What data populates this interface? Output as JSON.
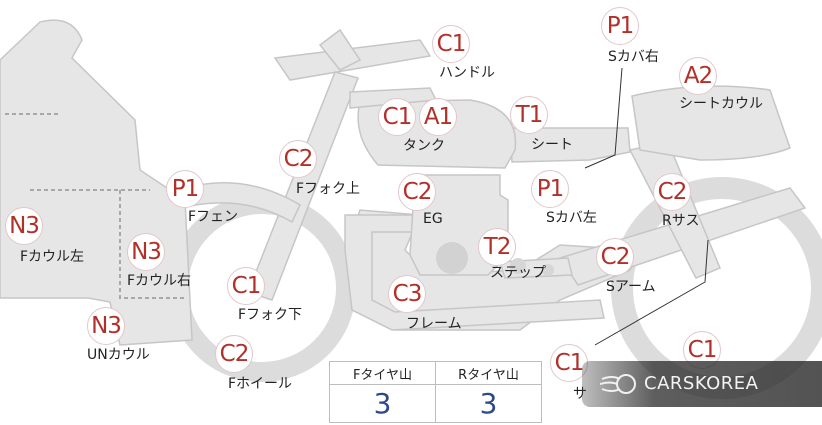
{
  "part_labels": {
    "handle": "ハンドル",
    "tank": "タンク",
    "seat": "シート",
    "s_cover_right": "Sカバ右",
    "seat_cowl": "シートカウル",
    "f_fork_upper": "Fフォク上",
    "f_fender": "Fフェン",
    "eg": "EG",
    "s_cover_left": "Sカバ左",
    "r_sus": "Rサス",
    "f_cowl_left": "Fカウル左",
    "f_cowl_right": "Fカウル右",
    "step": "ステップ",
    "s_arm": "Sアーム",
    "f_fork_lower": "Fフォク下",
    "frame": "フレーム",
    "un_cowl": "UNカウル",
    "f_wheel": "Fホイール",
    "partial_bottom": "サ"
  },
  "grades": {
    "handle": "C1",
    "tank_1": "C1",
    "tank_2": "A1",
    "seat": "T1",
    "s_cover_right": "P1",
    "seat_cowl": "A2",
    "f_fork_upper": "C2",
    "f_fender": "P1",
    "eg": "C2",
    "s_cover_left": "P1",
    "r_sus": "C2",
    "f_cowl_left": "N3",
    "f_cowl_right": "N3",
    "step": "T2",
    "s_arm": "C2",
    "f_fork_lower": "C1",
    "frame": "C3",
    "un_cowl": "N3",
    "f_wheel": "C2",
    "partial_bottom": "C1",
    "r_wheel_partial": "C1"
  },
  "tire_table": {
    "headers": [
      "Fタイヤ山",
      "Rタイヤ山"
    ],
    "values": [
      "3",
      "3"
    ]
  },
  "watermark": {
    "text": "CARSKOREA"
  },
  "colors": {
    "part_fill": "#e6e6e6",
    "part_stroke": "#c4c4c4",
    "grade_text": "#b2302a",
    "tire_value": "#2c4a8a"
  }
}
